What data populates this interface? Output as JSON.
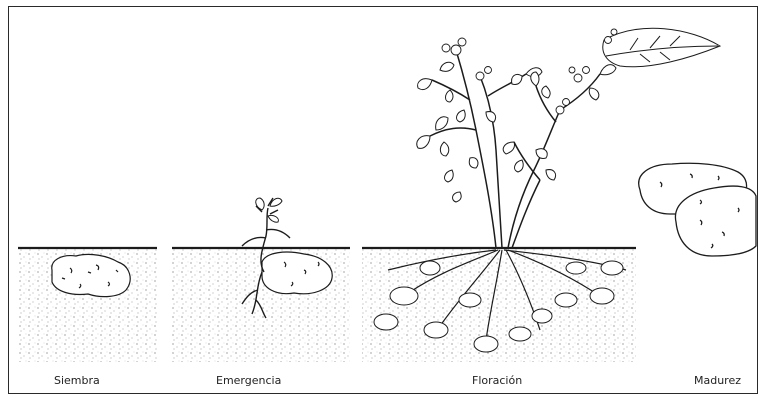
{
  "stages": [
    {
      "id": "siembra",
      "label": "Siembra"
    },
    {
      "id": "emergencia",
      "label": "Emergencia"
    },
    {
      "id": "floracion",
      "label": "Floración"
    },
    {
      "id": "madurez",
      "label": "Madurez"
    }
  ],
  "colors": {
    "ink": "#1c1c1c",
    "soil_dot": "#6a6a6a",
    "paper": "#ffffff",
    "border": "#2a2a2a"
  }
}
